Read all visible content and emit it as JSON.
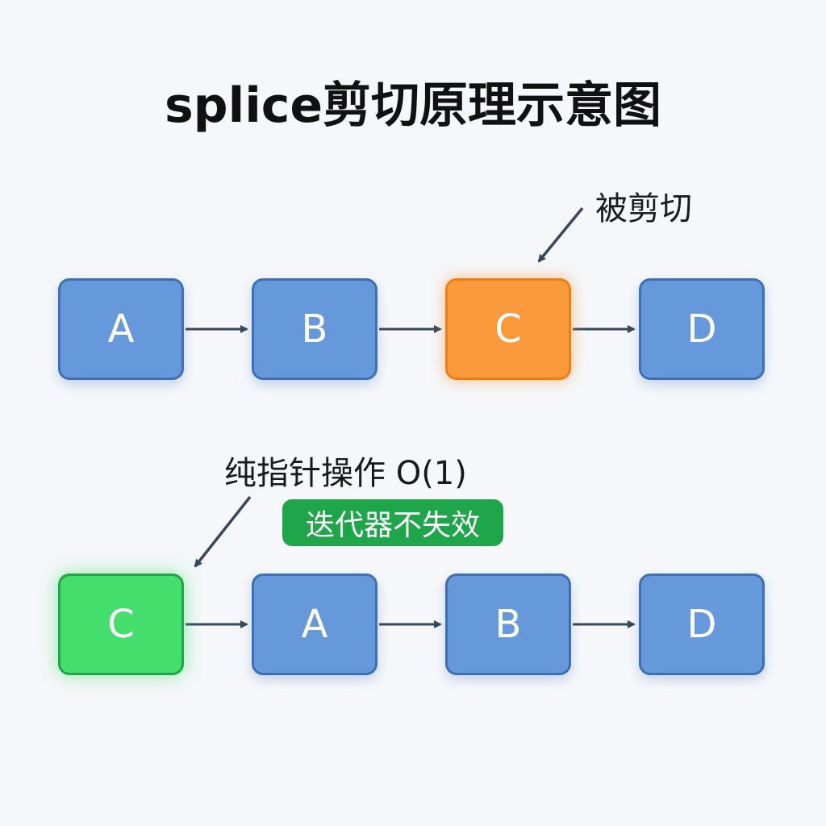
{
  "title": "splice剪切原理示意图",
  "colors": {
    "node_blue": "#6599dc",
    "node_orange": "#fb9a3c",
    "node_green": "#43de6b",
    "arrow": "#37475e",
    "badge": "#1fa64a"
  },
  "rows": [
    {
      "nodes": [
        {
          "label": "A",
          "color": "blue"
        },
        {
          "label": "B",
          "color": "blue"
        },
        {
          "label": "C",
          "color": "orange"
        },
        {
          "label": "D",
          "color": "blue"
        }
      ]
    },
    {
      "nodes": [
        {
          "label": "C",
          "color": "green"
        },
        {
          "label": "A",
          "color": "blue"
        },
        {
          "label": "B",
          "color": "blue"
        },
        {
          "label": "D",
          "color": "blue"
        }
      ]
    }
  ],
  "annotations": {
    "cut_label": "被剪切",
    "op_label": "纯指针操作 O(1)",
    "badge_label": "迭代器不失效"
  }
}
